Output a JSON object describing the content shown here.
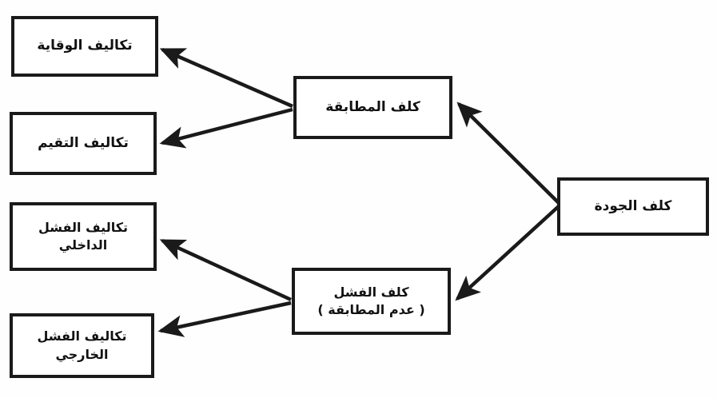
{
  "diagram": {
    "title_text": "",
    "background_color": "#fefefe",
    "stroke_color": "#1a1a1a",
    "text_color": "#111111",
    "nodes": [
      {
        "id": "prevention",
        "label": "تكاليف الوقاية"
      },
      {
        "id": "appraisal",
        "label": "تكاليف التقيم"
      },
      {
        "id": "internal",
        "label": "تكاليف الفشل\nالداخلي"
      },
      {
        "id": "external",
        "label": "تكاليف الفشل\nالخارجي"
      },
      {
        "id": "conformance",
        "label": "كلف المطابقة"
      },
      {
        "id": "failure",
        "label": "كلف الفشل\n( عدم المطابقة )"
      },
      {
        "id": "quality_costs",
        "label": "كلف الجودة"
      }
    ],
    "edges": [
      {
        "from": "quality_costs",
        "to": "conformance"
      },
      {
        "from": "quality_costs",
        "to": "failure"
      },
      {
        "from": "conformance",
        "to": "prevention"
      },
      {
        "from": "conformance",
        "to": "appraisal"
      },
      {
        "from": "failure",
        "to": "internal"
      },
      {
        "from": "failure",
        "to": "external"
      }
    ]
  }
}
